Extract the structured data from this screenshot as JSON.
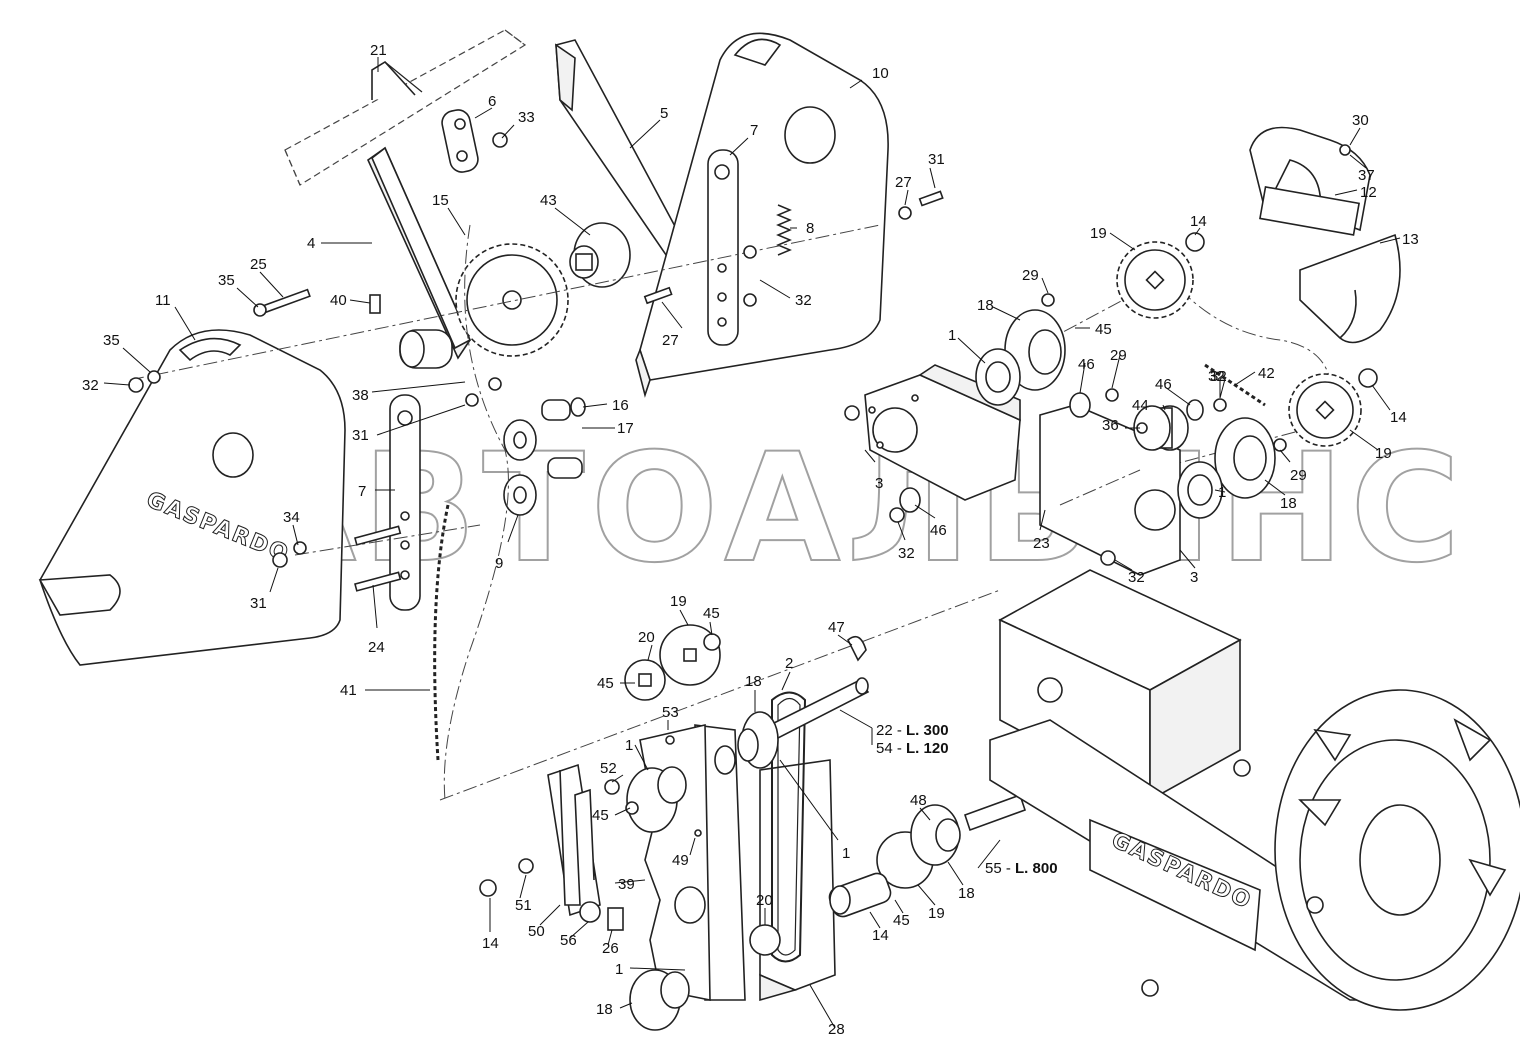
{
  "watermark": "АВТОАЛЬЯНС",
  "brand_mark": "GASPARDO",
  "callouts": {
    "c1": "21",
    "c2": "6",
    "c3": "33",
    "c4": "5",
    "c5": "10",
    "c6": "7",
    "c7": "43",
    "c8": "15",
    "c9": "4",
    "c10": "8",
    "c11": "31",
    "c12": "27",
    "c13": "25",
    "c14": "35",
    "c15": "40",
    "c16": "11",
    "c17": "35",
    "c18": "32",
    "c19": "32",
    "c20": "27",
    "c21": "30",
    "c22": "37",
    "c23": "12",
    "c24": "13",
    "c25": "19",
    "c26": "14",
    "c27": "29",
    "c28": "18",
    "c29": "45",
    "c30": "1",
    "c31": "46",
    "c32": "29",
    "c33": "38",
    "c34": "16",
    "c35": "31",
    "c36": "17",
    "c37": "32",
    "c38": "46",
    "c39": "44",
    "c40": "42",
    "c41": "32",
    "c42": "14",
    "c43": "36",
    "c44": "7",
    "c45": "3",
    "c46": "29",
    "c47": "19",
    "c48": "1",
    "c49": "18",
    "c50": "34",
    "c51": "9",
    "c52": "31",
    "c53": "46",
    "c54": "23",
    "c55": "32",
    "c56": "3",
    "c57": "32",
    "c58": "24",
    "c59": "41",
    "c60": "19",
    "c61": "45",
    "c62": "47",
    "c63": "20",
    "c64": "45",
    "c65": "2",
    "c66": "18",
    "c67": "53",
    "c68": "1",
    "c69": "52",
    "c70": "45",
    "c71": "49",
    "c72": "48",
    "c73": "1",
    "c74": "39",
    "c75": "14",
    "c76": "51",
    "c77": "50",
    "c78": "56",
    "c79": "26",
    "c80": "20",
    "c81": "14",
    "c82": "45",
    "c83": "19",
    "c84": "18",
    "c85": "1",
    "c86": "18",
    "c87": "28"
  },
  "length_notes": [
    {
      "ref": "22 - ",
      "len": "L. 300"
    },
    {
      "ref": "54 - ",
      "len": "L. 120"
    },
    {
      "ref": "55 - ",
      "len": "L. 800"
    }
  ]
}
